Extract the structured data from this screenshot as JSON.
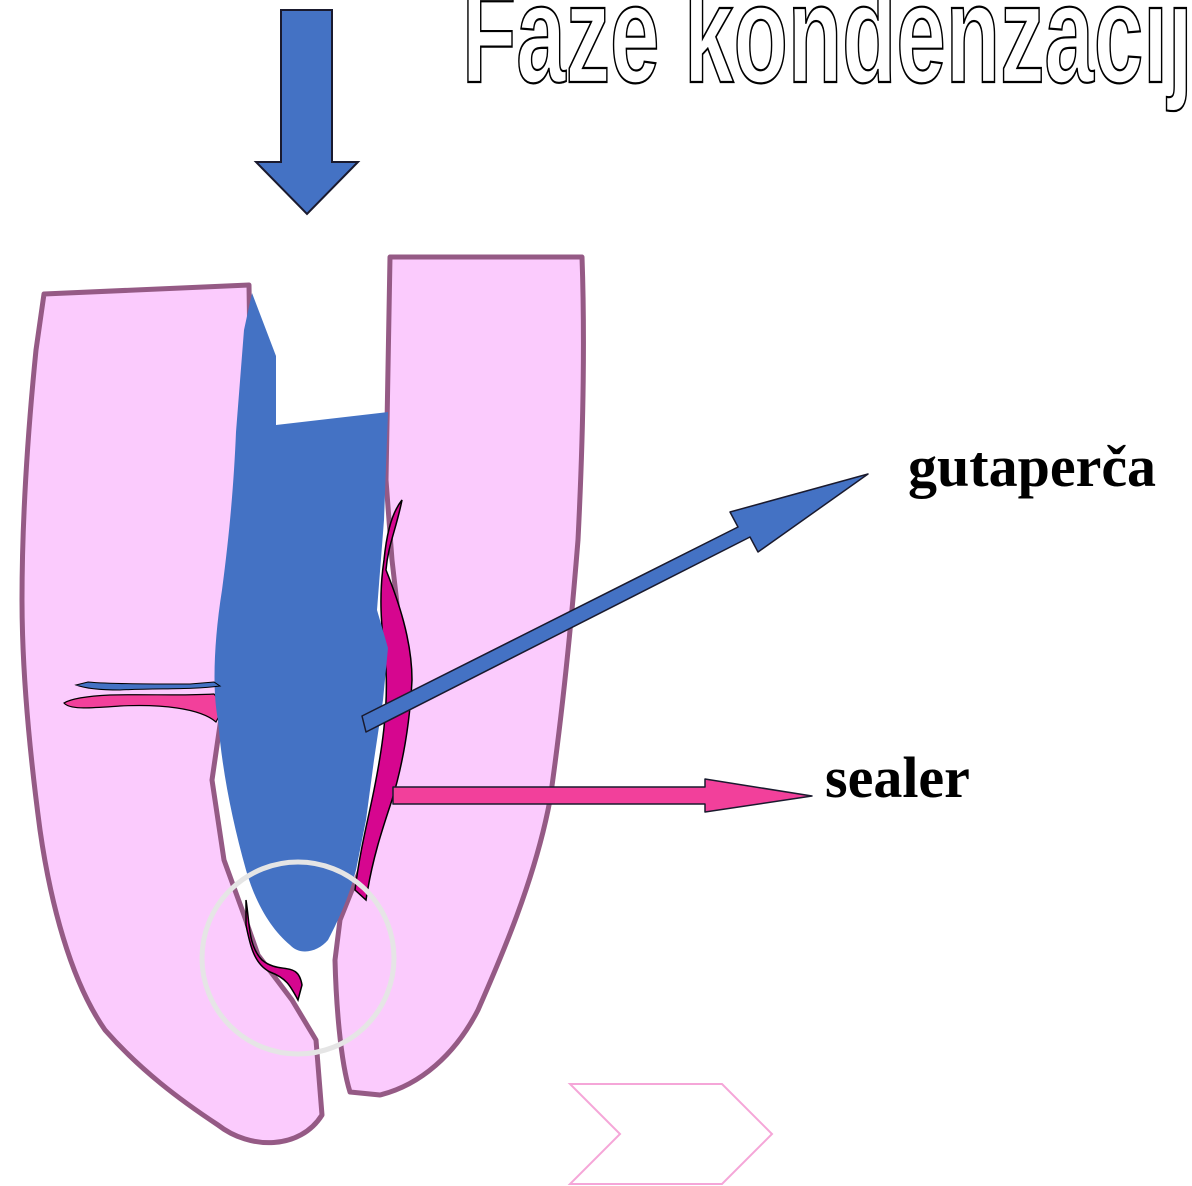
{
  "title": "Faze kondenzacije",
  "labels": {
    "gutta_percha": "gutaperča",
    "sealer": "sealer"
  },
  "colors": {
    "tooth_fill": "#fbcbfd",
    "tooth_outline": "#955a85",
    "gutta_percha": "#4472c4",
    "sealer": "#d6068f",
    "sealer_arrow": "#f2409b",
    "apex_circle": "#e5e5e5",
    "nav_chevron": "#f5a6d8"
  },
  "icons": {
    "down_arrow": "down-arrow-icon",
    "next": "chevron-right-icon"
  }
}
